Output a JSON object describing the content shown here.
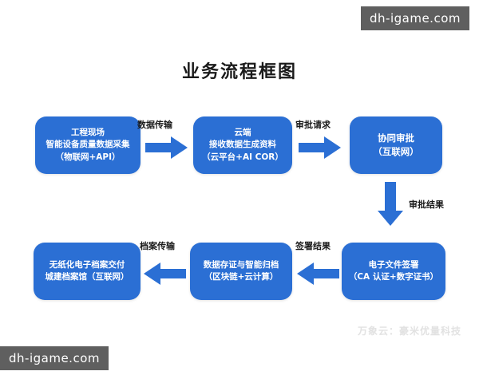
{
  "diagram": {
    "title": "业务流程框图",
    "accent_color": "#2b6fd4",
    "background_color": "#ffffff",
    "nodes": [
      {
        "id": "site",
        "lines": [
          "工程现场",
          "智能设备质量数据采集",
          "（物联网+API）"
        ]
      },
      {
        "id": "cloud",
        "lines": [
          "云端",
          "接收数据生成资料",
          "（云平台+AI COR）"
        ]
      },
      {
        "id": "approval",
        "lines": [
          "协同审批",
          "（互联网）"
        ]
      },
      {
        "id": "sign",
        "lines": [
          "电子文件签署",
          "（CA 认证+数字证书）"
        ]
      },
      {
        "id": "storage",
        "lines": [
          "数据存证与智能归档",
          "（区块链+云计算）"
        ]
      },
      {
        "id": "archive",
        "lines": [
          "无纸化电子档案交付",
          "城建档案馆（互联网）"
        ]
      }
    ],
    "arrows": [
      {
        "id": "site-cloud",
        "label": "数据传输",
        "direction": "right"
      },
      {
        "id": "cloud-approval",
        "label": "审批请求",
        "direction": "right"
      },
      {
        "id": "approval-sign",
        "label": "审批结果",
        "direction": "down"
      },
      {
        "id": "sign-storage",
        "label": "签署结果",
        "direction": "left"
      },
      {
        "id": "storage-archive",
        "label": "档案传输",
        "direction": "left"
      }
    ]
  },
  "watermarks": {
    "top_right": "dh-igame.com",
    "bottom_left": "dh-igame.com",
    "faint_credit": "万象云：豪米优量科技"
  }
}
